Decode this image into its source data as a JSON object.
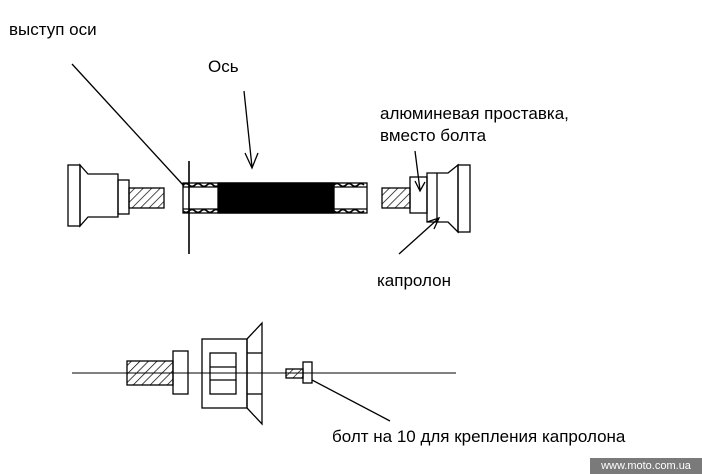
{
  "labels": {
    "axle_protrusion": "выступ оси",
    "axle": "Ось",
    "spacer_line1": "алюминевая проставка,",
    "spacer_line2": "вместо болта",
    "caprolon": "капролон",
    "bolt": "болт на 10 для крепления капролона"
  },
  "watermark": "www.moto.com.ua",
  "colors": {
    "ink": "#000000",
    "background": "#ffffff",
    "watermark_bg": "#7a7a7a"
  }
}
